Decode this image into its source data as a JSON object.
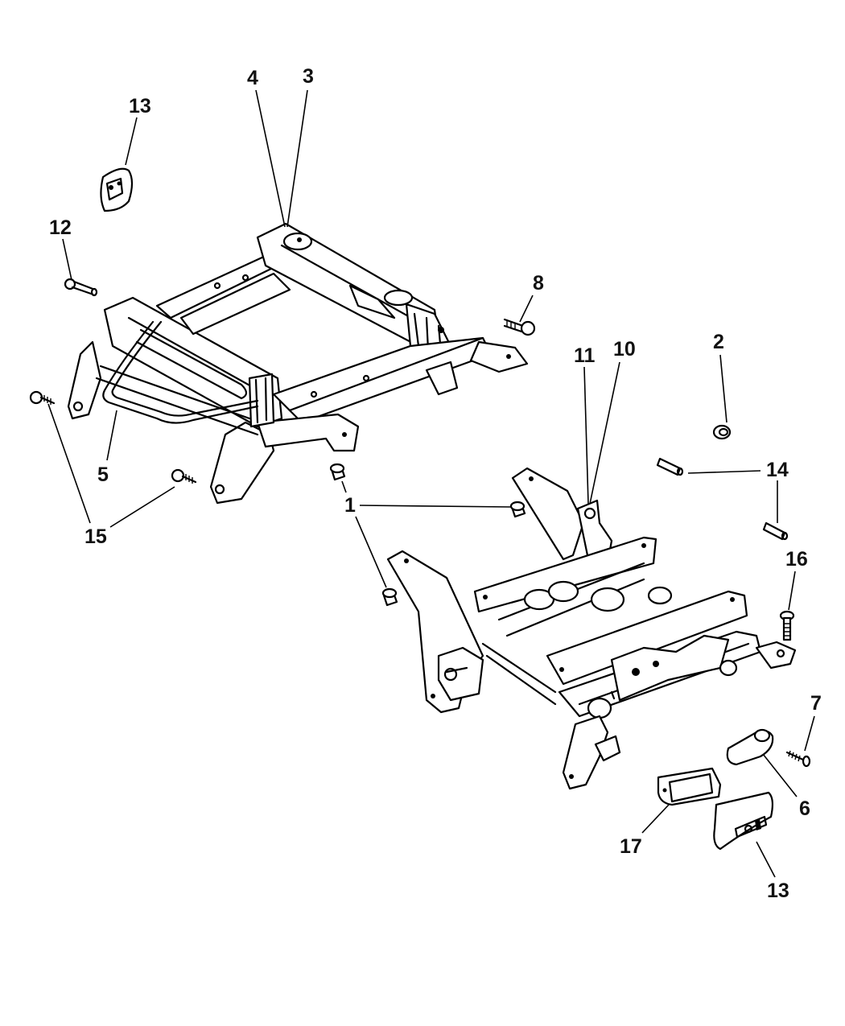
{
  "diagram": {
    "type": "exploded-parts-diagram",
    "colors": {
      "line": "#000000",
      "background": "#ffffff",
      "text": "#111111"
    },
    "callouts": [
      {
        "id": "c13a",
        "label": "13",
        "part": "switch-bezel-upper"
      },
      {
        "id": "c4",
        "label": "4",
        "part": "upper-frame-component"
      },
      {
        "id": "c3",
        "label": "3",
        "part": "upper-frame-component"
      },
      {
        "id": "c12",
        "label": "12",
        "part": "bolt"
      },
      {
        "id": "c8",
        "label": "8",
        "part": "bolt"
      },
      {
        "id": "c11",
        "label": "11",
        "part": "lower-frame-bracket"
      },
      {
        "id": "c10",
        "label": "10",
        "part": "lower-frame-bracket"
      },
      {
        "id": "c2",
        "label": "2",
        "part": "nut"
      },
      {
        "id": "c14",
        "label": "14",
        "part": "pin"
      },
      {
        "id": "c5",
        "label": "5",
        "part": "towel-bar"
      },
      {
        "id": "c15",
        "label": "15",
        "part": "screw"
      },
      {
        "id": "c1",
        "label": "1",
        "part": "nut"
      },
      {
        "id": "c16",
        "label": "16",
        "part": "bolt"
      },
      {
        "id": "c7",
        "label": "7",
        "part": "screw"
      },
      {
        "id": "c6",
        "label": "6",
        "part": "handle"
      },
      {
        "id": "c17",
        "label": "17",
        "part": "switch-bezel"
      },
      {
        "id": "c13b",
        "label": "13",
        "part": "switch-bezel-lower"
      }
    ]
  }
}
